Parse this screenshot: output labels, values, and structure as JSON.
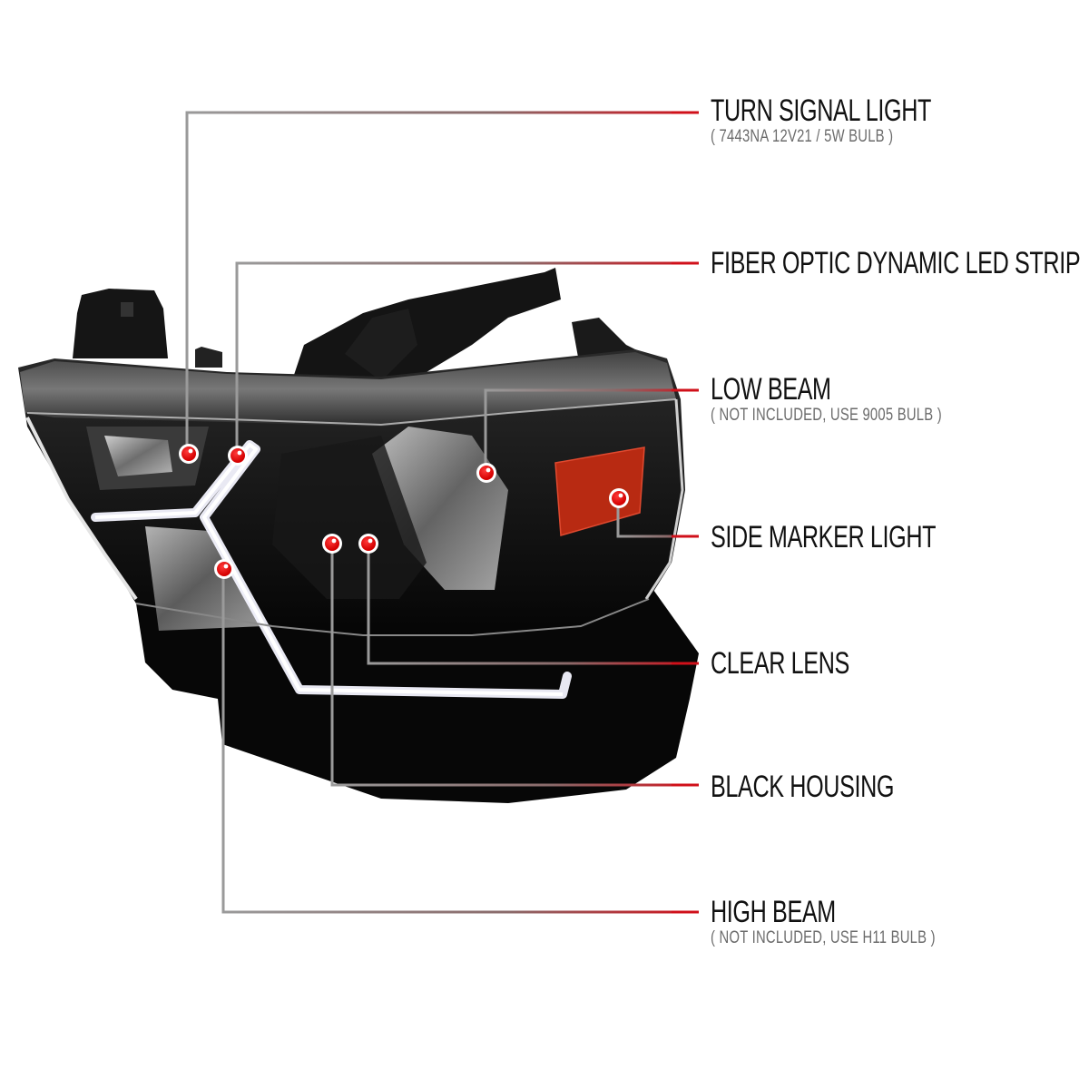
{
  "diagram": {
    "subject": "Black housing headlight with fiber optic dynamic LED strip",
    "colors": {
      "accent_red": "#d0101a",
      "leader_gray": "#9a9a9a",
      "title_text": "#111111",
      "subtitle_text": "#6b6b6b",
      "housing": "#0d0d0d",
      "marker_lens": "#b82a12"
    },
    "callouts": [
      {
        "title": "TURN SIGNAL LIGHT",
        "subtitle": "( 7443NA  12V21 / 5W  BULB )"
      },
      {
        "title": "FIBER OPTIC DYNAMIC LED STRIP",
        "subtitle": ""
      },
      {
        "title": "LOW BEAM",
        "subtitle": "( NOT INCLUDED, USE  9005  BULB )"
      },
      {
        "title": "SIDE MARKER LIGHT",
        "subtitle": ""
      },
      {
        "title": "CLEAR LENS",
        "subtitle": ""
      },
      {
        "title": "BLACK HOUSING",
        "subtitle": ""
      },
      {
        "title": "HIGH BEAM",
        "subtitle": "( NOT INCLUDED, USE  H11  BULB )"
      }
    ]
  }
}
